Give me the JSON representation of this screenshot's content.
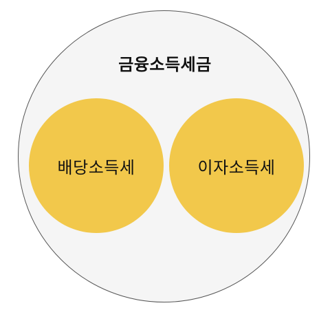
{
  "diagram": {
    "outer": {
      "label": "금융소득세금",
      "fill": "#f5f5f5",
      "stroke": "#555555"
    },
    "inner": [
      {
        "label": "배당소득세",
        "fill": "#f2c84b"
      },
      {
        "label": "이자소득세",
        "fill": "#f2c84b"
      }
    ]
  }
}
